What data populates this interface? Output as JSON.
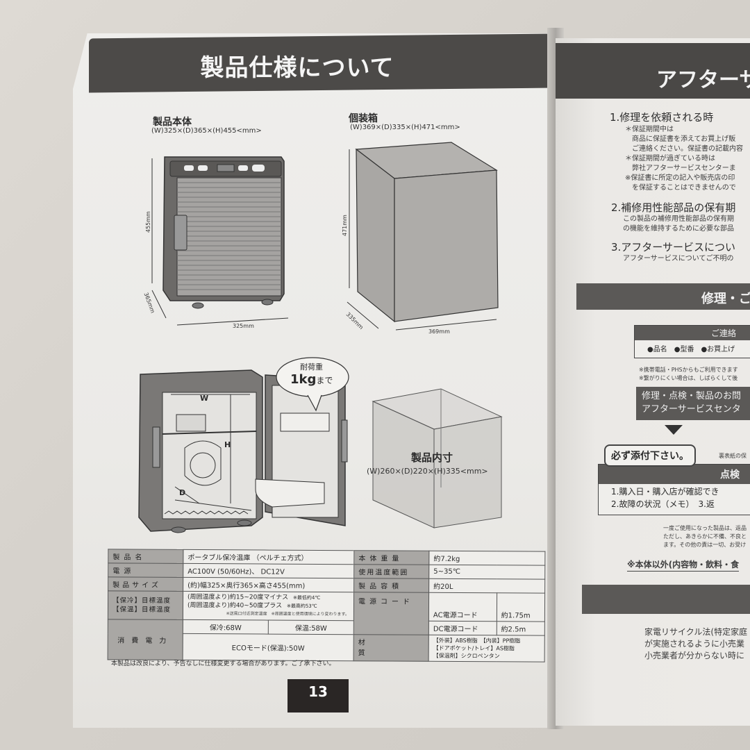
{
  "left_page": {
    "title": "製品仕様について",
    "product_body": {
      "label": "製品本体",
      "dimensions": "(W)325×(D)365×(H)455<mm>",
      "height_tag": "455mm",
      "depth_tag": "365mm",
      "width_tag": "325mm"
    },
    "package_box": {
      "label": "個装箱",
      "dimensions": "(W)369×(D)335×(H)471<mm>",
      "height_tag": "471mm",
      "depth_tag": "335mm",
      "width_tag": "369mm"
    },
    "interior_diagram": {
      "w_label": "W",
      "h_label": "H",
      "d_label": "D",
      "callout_line1": "耐荷重",
      "callout_kg": "1kg",
      "callout_suffix": "まで"
    },
    "inner_size": {
      "label": "製品内寸",
      "dimensions": "(W)260×(D)220×(H)335<mm>"
    },
    "spec_table": {
      "product_name_label": "製品名",
      "product_name_value": "ポータブル保冷温庫 （ペルチェ方式）",
      "power_label": "電源",
      "power_value": "AC100V (50/60Hz)、 DC12V",
      "size_label": "製品サイズ",
      "size_value": "(約)幅325×奥行365×高さ455(mm)",
      "cool_label": "【保冷】目標温度",
      "cool_value": "(周囲温度より)約15~20度マイナス",
      "cool_note": "※最低約4℃",
      "warm_label": "【保温】目標温度",
      "warm_value": "(周囲温度より)約40~50度プラス",
      "warm_note": "※最高約53℃",
      "temp_footnote": "※送風口付近測定温度　※周囲温度と使用環境により変わります。",
      "consumption_label": "消費電力",
      "consumption_cool": "保冷:68W",
      "consumption_warm": "保温:58W",
      "consumption_eco": "ECOモード(保温):50W",
      "weight_label": "本体重量",
      "weight_value": "約7.2kg",
      "temp_range_label": "使用温度範囲",
      "temp_range_value": "5~35℃",
      "capacity_label": "製品容積",
      "capacity_value": "約20L",
      "cord_label": "電源コード",
      "ac_cord_label": "AC電源コード",
      "ac_cord_value": "約1.75m",
      "dc_cord_label": "DC電源コード",
      "dc_cord_value": "約2.5m",
      "material_label": "材質",
      "material_line1": "【外装】ABS樹脂　【内装】PP樹脂",
      "material_line2": "【ドアポケット/トレイ】AS樹脂",
      "material_line3": "【保温剤】シクロペンタン"
    },
    "footnote": "本製品は改良により、予告なしに仕様変更する場合があります。ご了承下さい。",
    "page_number": "13"
  },
  "right_page": {
    "title": "アフターサ",
    "section1": {
      "heading": "1.修理を依頼される時",
      "lines": [
        "＊保証期間中は",
        "　商品に保証書を添えてお買上げ販",
        "　ご連絡ください。保証書の記載内容",
        "＊保証期間が過ぎている時は",
        "　弊社アフターサービスセンターま",
        "※保証書に所定の記入や販売店の印",
        "　を保証することはできませんので"
      ]
    },
    "section2": {
      "heading": "2.補修用性能部品の保有期",
      "lines": [
        "この製品の補修用性能部品の保有期",
        "の機能を維持するために必要な部品"
      ]
    },
    "section3": {
      "heading": "3.アフターサービスについ",
      "lines": [
        "アフターサービスについてご不明の"
      ]
    },
    "repair_band": "修理・ご",
    "contact_box": {
      "header": "ご連絡",
      "items": "●品名　●型番　●お買上げ"
    },
    "phone_notes": [
      "※携帯電話・PHSからもご利用できます",
      "※繋がりにくい場合は、しばらくして後"
    ],
    "service_box": [
      "修理・点検・製品のお問",
      "アフターサービスセンタ"
    ],
    "attach_badge": "必ず添付下さい。",
    "attach_side": "裏表紙の保",
    "inspection_header": "点検",
    "inspection_lines": [
      "1.購入日・購入店が確認でき",
      "2.故障の状況（メモ）　3.返"
    ],
    "used_notes": [
      "一度ご使用になった製品は、返品",
      "ただし、あきらかに不備、不良と",
      "ます。その他の責は一切、お受け"
    ],
    "exclusion_note": "※本体以外(内容物・飲料・食",
    "recycle_lines": [
      "家電リサイクル法(特定家庭",
      "が実施されるように小売業",
      "小売業者が分からない時に"
    ]
  }
}
